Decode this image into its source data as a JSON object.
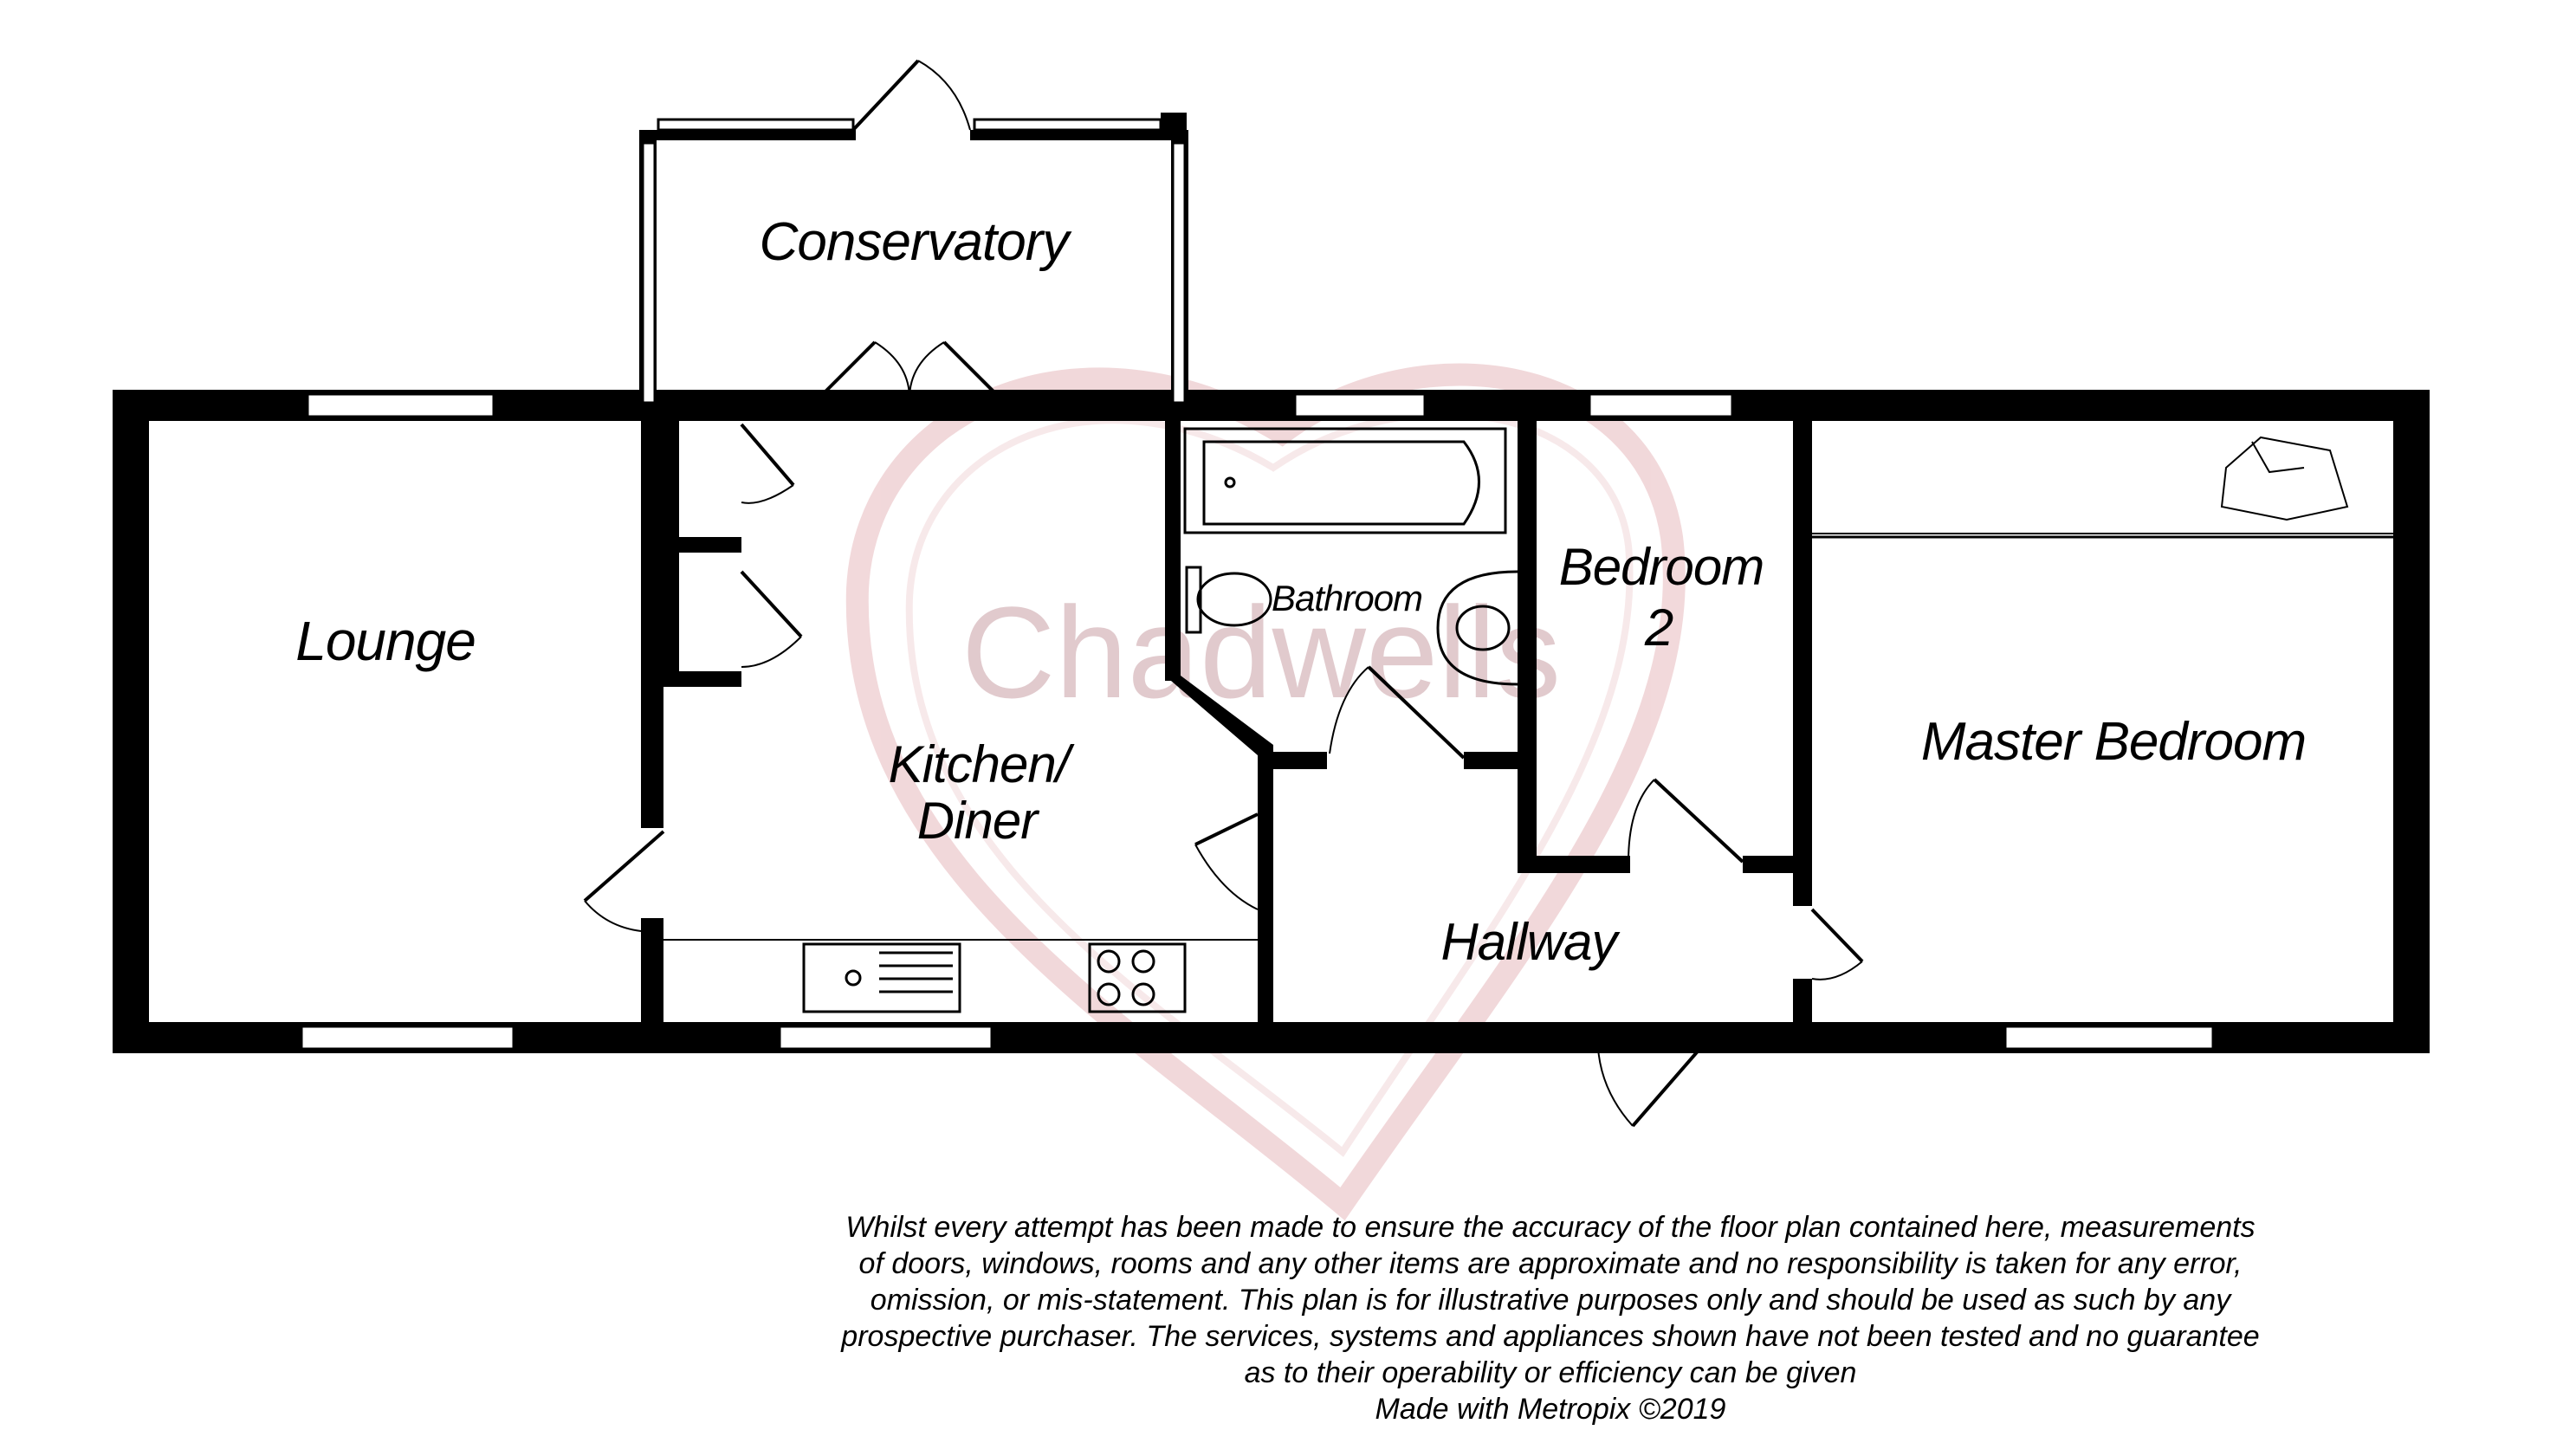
{
  "watermark": {
    "text": "Chadwells"
  },
  "rooms": {
    "conservatory": "Conservatory",
    "lounge": "Lounge",
    "kitchen_line1": "Kitchen/",
    "kitchen_line2": "Diner",
    "bathroom": "Bathroom",
    "bedroom2_line1": "Bedroom",
    "bedroom2_line2": "2",
    "master_bedroom": "Master Bedroom",
    "hallway": "Hallway"
  },
  "disclaimer": {
    "lines": [
      "Whilst every attempt has been made to ensure the accuracy of the floor plan contained here, measurements",
      "of doors, windows, rooms and any other items are approximate and no responsibility is taken for any error,",
      "omission, or mis-statement. This plan is for illustrative purposes only and should be used as such by any",
      "prospective purchaser. The services, systems and appliances shown have not been tested and no guarantee",
      "as to their operability or efficiency can be given"
    ],
    "credit": "Made with Metropix ©2019"
  }
}
